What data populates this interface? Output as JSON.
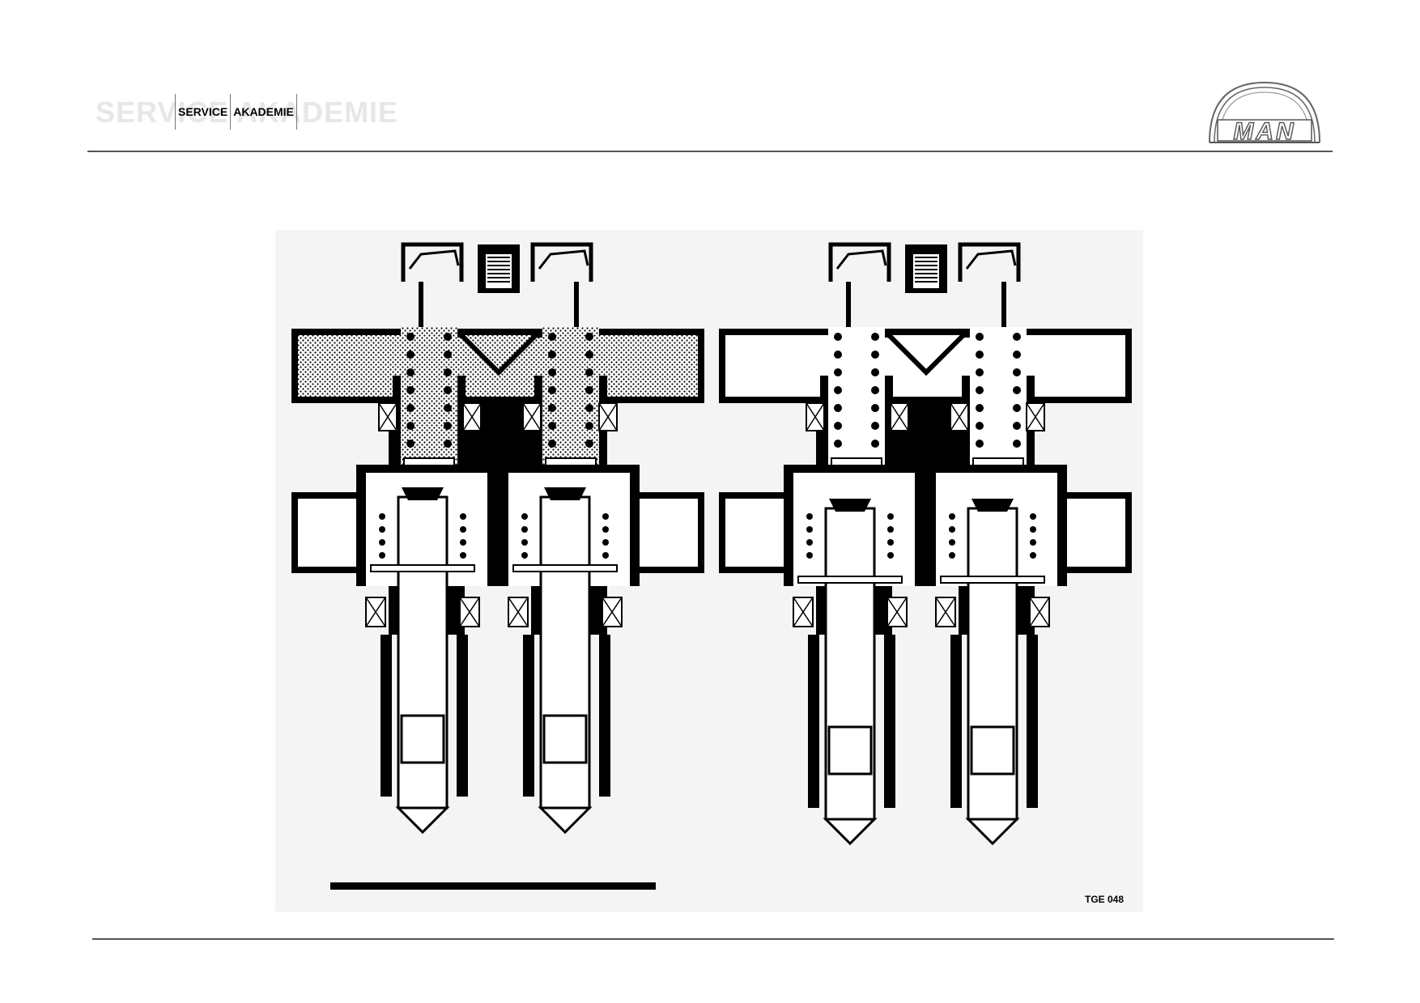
{
  "header": {
    "brand_ghost": "SERVICE AKADEMIE",
    "brand_word_1": "SERVICE",
    "brand_word_2": "AKADEMIE"
  },
  "logo": {
    "text": "MAN",
    "icon": "man-logo-icon"
  },
  "figure": {
    "reference": "TGE 048",
    "panels": [
      {
        "name": "left-assembly",
        "fill": "dotted",
        "nozzles_on_plate": true
      },
      {
        "name": "right-assembly",
        "fill": "empty",
        "nozzles_on_plate": false
      }
    ]
  },
  "colors": {
    "ink": "#000000",
    "rule": "#555555",
    "ghost": "#e7e7e7",
    "paper": "#ffffff"
  }
}
